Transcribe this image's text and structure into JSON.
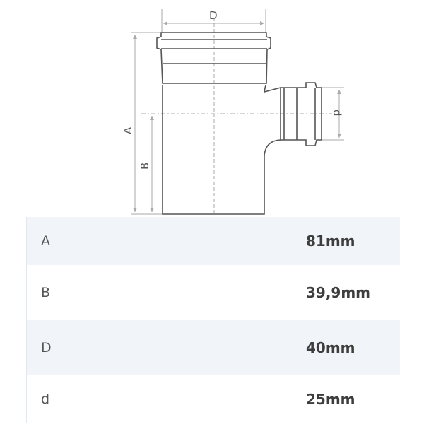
{
  "drawing": {
    "labels": {
      "D": "D",
      "A": "A",
      "B": "B",
      "d": "d"
    },
    "line_color": "#555555",
    "dim_color": "#aaaaaa"
  },
  "table": {
    "rows": [
      {
        "key": "A",
        "value": "81mm"
      },
      {
        "key": "B",
        "value": "39,9mm"
      },
      {
        "key": "D",
        "value": "40mm"
      },
      {
        "key": "d",
        "value": "25mm"
      }
    ],
    "shade_color": "#f1f5f9"
  }
}
